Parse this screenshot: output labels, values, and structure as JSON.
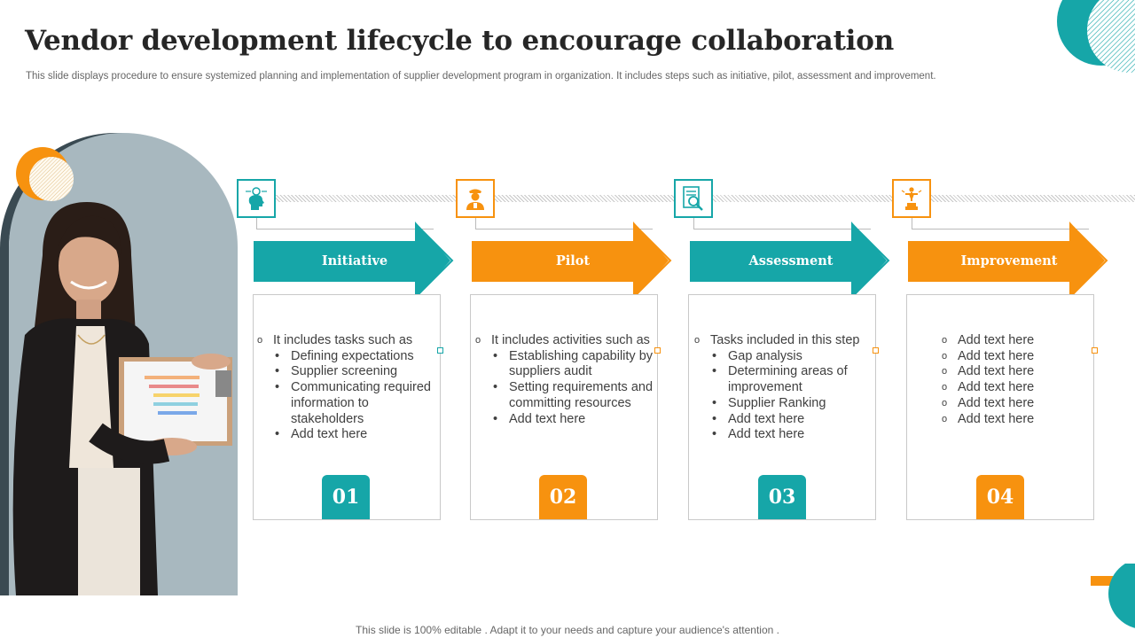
{
  "header": {
    "title": "Vendor development lifecycle to encourage collaboration",
    "subtitle": "This slide displays procedure to ensure systemized planning and implementation of supplier development program in organization. It includes steps such as initiative, pilot, assessment and improvement."
  },
  "colors": {
    "teal": "#16a6a8",
    "orange": "#f7920f",
    "dark": "#3a4a52",
    "panel": "#a8b8bf"
  },
  "steps": [
    {
      "label": "Initiative",
      "icon": "head-gear-icon",
      "number": "01",
      "intro": "It includes tasks such as",
      "bullets": [
        "Defining expectations",
        "Supplier screening",
        "Communicating required information to stakeholders",
        "Add text here"
      ]
    },
    {
      "label": "Pilot",
      "icon": "pilot-icon",
      "number": "02",
      "intro": "It includes activities such as",
      "bullets": [
        "Establishing capability by suppliers audit",
        "Setting requirements and committing resources",
        "Add text here"
      ]
    },
    {
      "label": "Assessment",
      "icon": "document-search-icon",
      "number": "03",
      "intro": "Tasks included in this step",
      "bullets": [
        "Gap analysis",
        "Determining areas of improvement",
        "Supplier Ranking",
        "Add text here",
        "Add text here"
      ]
    },
    {
      "label": "Improvement",
      "icon": "trophy-person-icon",
      "number": "04",
      "items": [
        "Add text here",
        "Add text here",
        "Add text here",
        "Add text here",
        "Add text here",
        "Add text here"
      ]
    }
  ],
  "footer": {
    "note": "This slide is 100% editable . Adapt it to your needs and capture your audience's attention ."
  }
}
